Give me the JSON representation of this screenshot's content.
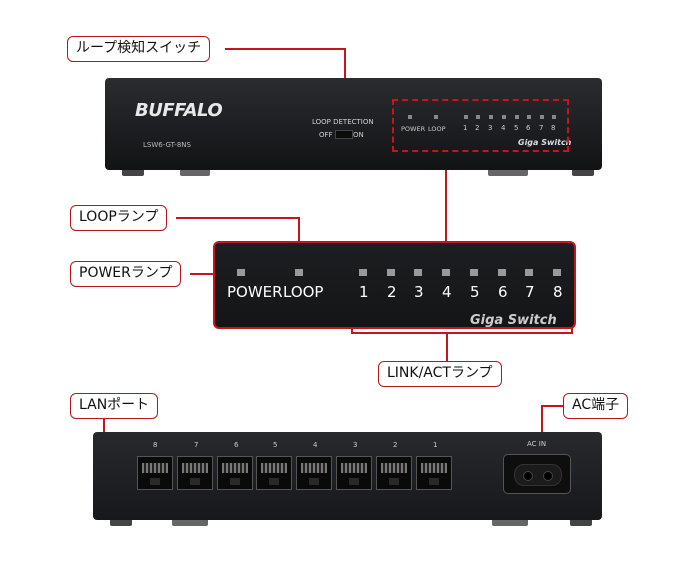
{
  "callouts": {
    "loop_switch": "ループ検知スイッチ",
    "loop_lamp": "LOOPランプ",
    "power_lamp": "POWERランプ",
    "link_act_lamp": "LINK/ACTランプ",
    "lan_port": "LANポート",
    "ac_terminal": "AC端子"
  },
  "front": {
    "brand": "BUFFALO",
    "model": "LSW6-GT-8NS",
    "loop_detection": "LOOP DETECTION",
    "off": "OFF",
    "on": "ON",
    "power": "POWER",
    "loop": "LOOP",
    "ports": [
      "1",
      "2",
      "3",
      "4",
      "5",
      "6",
      "7",
      "8"
    ],
    "giga": "Giga Switch"
  },
  "zoom": {
    "power": "POWER",
    "loop": "LOOP",
    "ports": [
      "1",
      "2",
      "3",
      "4",
      "5",
      "6",
      "7",
      "8"
    ],
    "giga": "Giga Switch"
  },
  "rear": {
    "port_numbers": [
      "8",
      "7",
      "6",
      "5",
      "4",
      "3",
      "2",
      "1"
    ],
    "ac_in": "AC IN"
  },
  "colors": {
    "accent_red": "#c4161c",
    "device_body": "#1c1d20"
  }
}
